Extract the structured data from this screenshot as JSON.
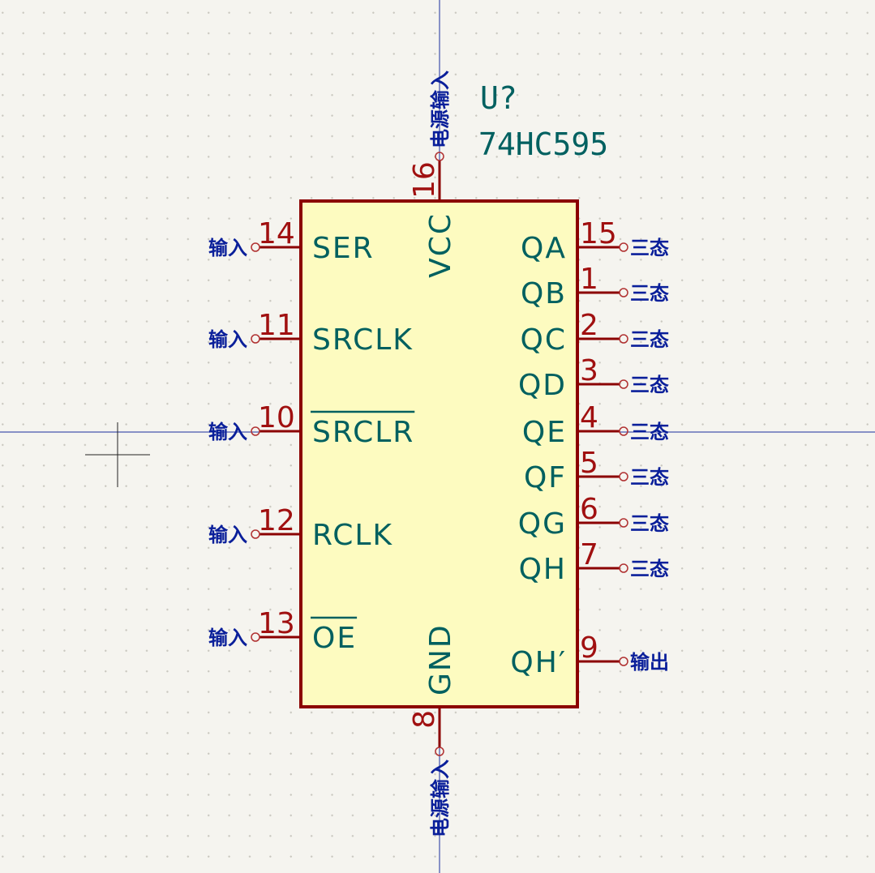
{
  "component": {
    "reference": "U?",
    "value": "74HC595"
  },
  "colors": {
    "body_fill": "#fdfbc0",
    "body_stroke": "#8b0000",
    "pin": "#8b0000",
    "pin_number": "#a01010",
    "pin_name": "#00605f",
    "electrical_type": "#0a1f9a",
    "axis": "#1a2e9e",
    "background": "#f5f4ef"
  },
  "pins_left": [
    {
      "number": "14",
      "name": "SER",
      "type": "输入"
    },
    {
      "number": "11",
      "name": "SRCLK",
      "type": "输入"
    },
    {
      "number": "10",
      "name": "SRCLR",
      "type": "输入",
      "inverted": true
    },
    {
      "number": "12",
      "name": "RCLK",
      "type": "输入"
    },
    {
      "number": "13",
      "name": "OE",
      "type": "输入",
      "inverted": true
    }
  ],
  "pins_right": [
    {
      "number": "15",
      "name": "QA",
      "type": "三态"
    },
    {
      "number": "1",
      "name": "QB",
      "type": "三态"
    },
    {
      "number": "2",
      "name": "QC",
      "type": "三态"
    },
    {
      "number": "3",
      "name": "QD",
      "type": "三态"
    },
    {
      "number": "4",
      "name": "QE",
      "type": "三态"
    },
    {
      "number": "5",
      "name": "QF",
      "type": "三态"
    },
    {
      "number": "6",
      "name": "QG",
      "type": "三态"
    },
    {
      "number": "7",
      "name": "QH",
      "type": "三态"
    },
    {
      "number": "9",
      "name": "QH′",
      "type": "输出"
    }
  ],
  "pin_top": {
    "number": "16",
    "name": "VCC",
    "type": "电源输入"
  },
  "pin_bottom": {
    "number": "8",
    "name": "GND",
    "type": "电源输入"
  }
}
